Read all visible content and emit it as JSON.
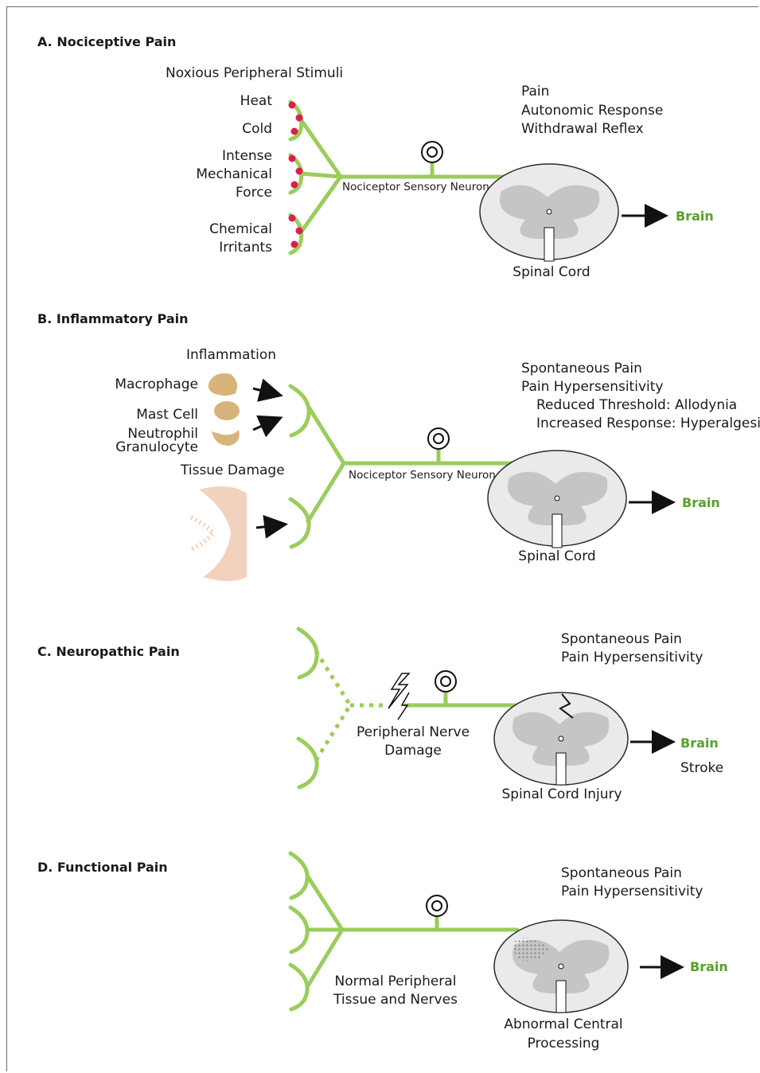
{
  "panelA": {
    "heading": "A. Nociceptive Pain",
    "stimuli_title": "Noxious Peripheral Stimuli",
    "stimuli": [
      "Heat",
      "Cold",
      "Intense",
      "Mechanical",
      "Force",
      "Chemical",
      "Irritants"
    ],
    "responses": [
      "Pain",
      "Autonomic Response",
      "Withdrawal Reflex"
    ],
    "neuron": "Nociceptor Sensory Neuron",
    "cord": "Spinal Cord",
    "brain": "Brain"
  },
  "panelB": {
    "heading": "B. Inflammatory Pain",
    "inflammation_title": "Inflammation",
    "cells": [
      "Macrophage",
      "Mast Cell",
      "Neutrophil",
      "Granulocyte"
    ],
    "damage_title": "Tissue Damage",
    "responses": [
      "Spontaneous Pain",
      "Pain Hypersensitivity",
      "Reduced Threshold: Allodynia",
      "Increased Response: Hyperalgesia"
    ],
    "neuron": "Nociceptor Sensory Neuron",
    "cord": "Spinal Cord",
    "brain": "Brain"
  },
  "panelC": {
    "heading": "C. Neuropathic Pain",
    "responses": [
      "Spontaneous Pain",
      "Pain Hypersensitivity"
    ],
    "nerve_damage": [
      "Peripheral Nerve",
      "Damage"
    ],
    "cord": "Spinal Cord Injury",
    "brain": "Brain",
    "stroke": "Stroke"
  },
  "panelD": {
    "heading": "D. Functional Pain",
    "responses": [
      "Spontaneous Pain",
      "Pain Hypersensitivity"
    ],
    "tissue": [
      "Normal Peripheral",
      "Tissue and Nerves"
    ],
    "cord": [
      "Abnormal Central",
      "Processing"
    ],
    "brain": "Brain"
  },
  "colors": {
    "nerve": "#9ccc5c",
    "brain_label": "#5aa02c",
    "stimulus_dot": "#d9204d"
  }
}
